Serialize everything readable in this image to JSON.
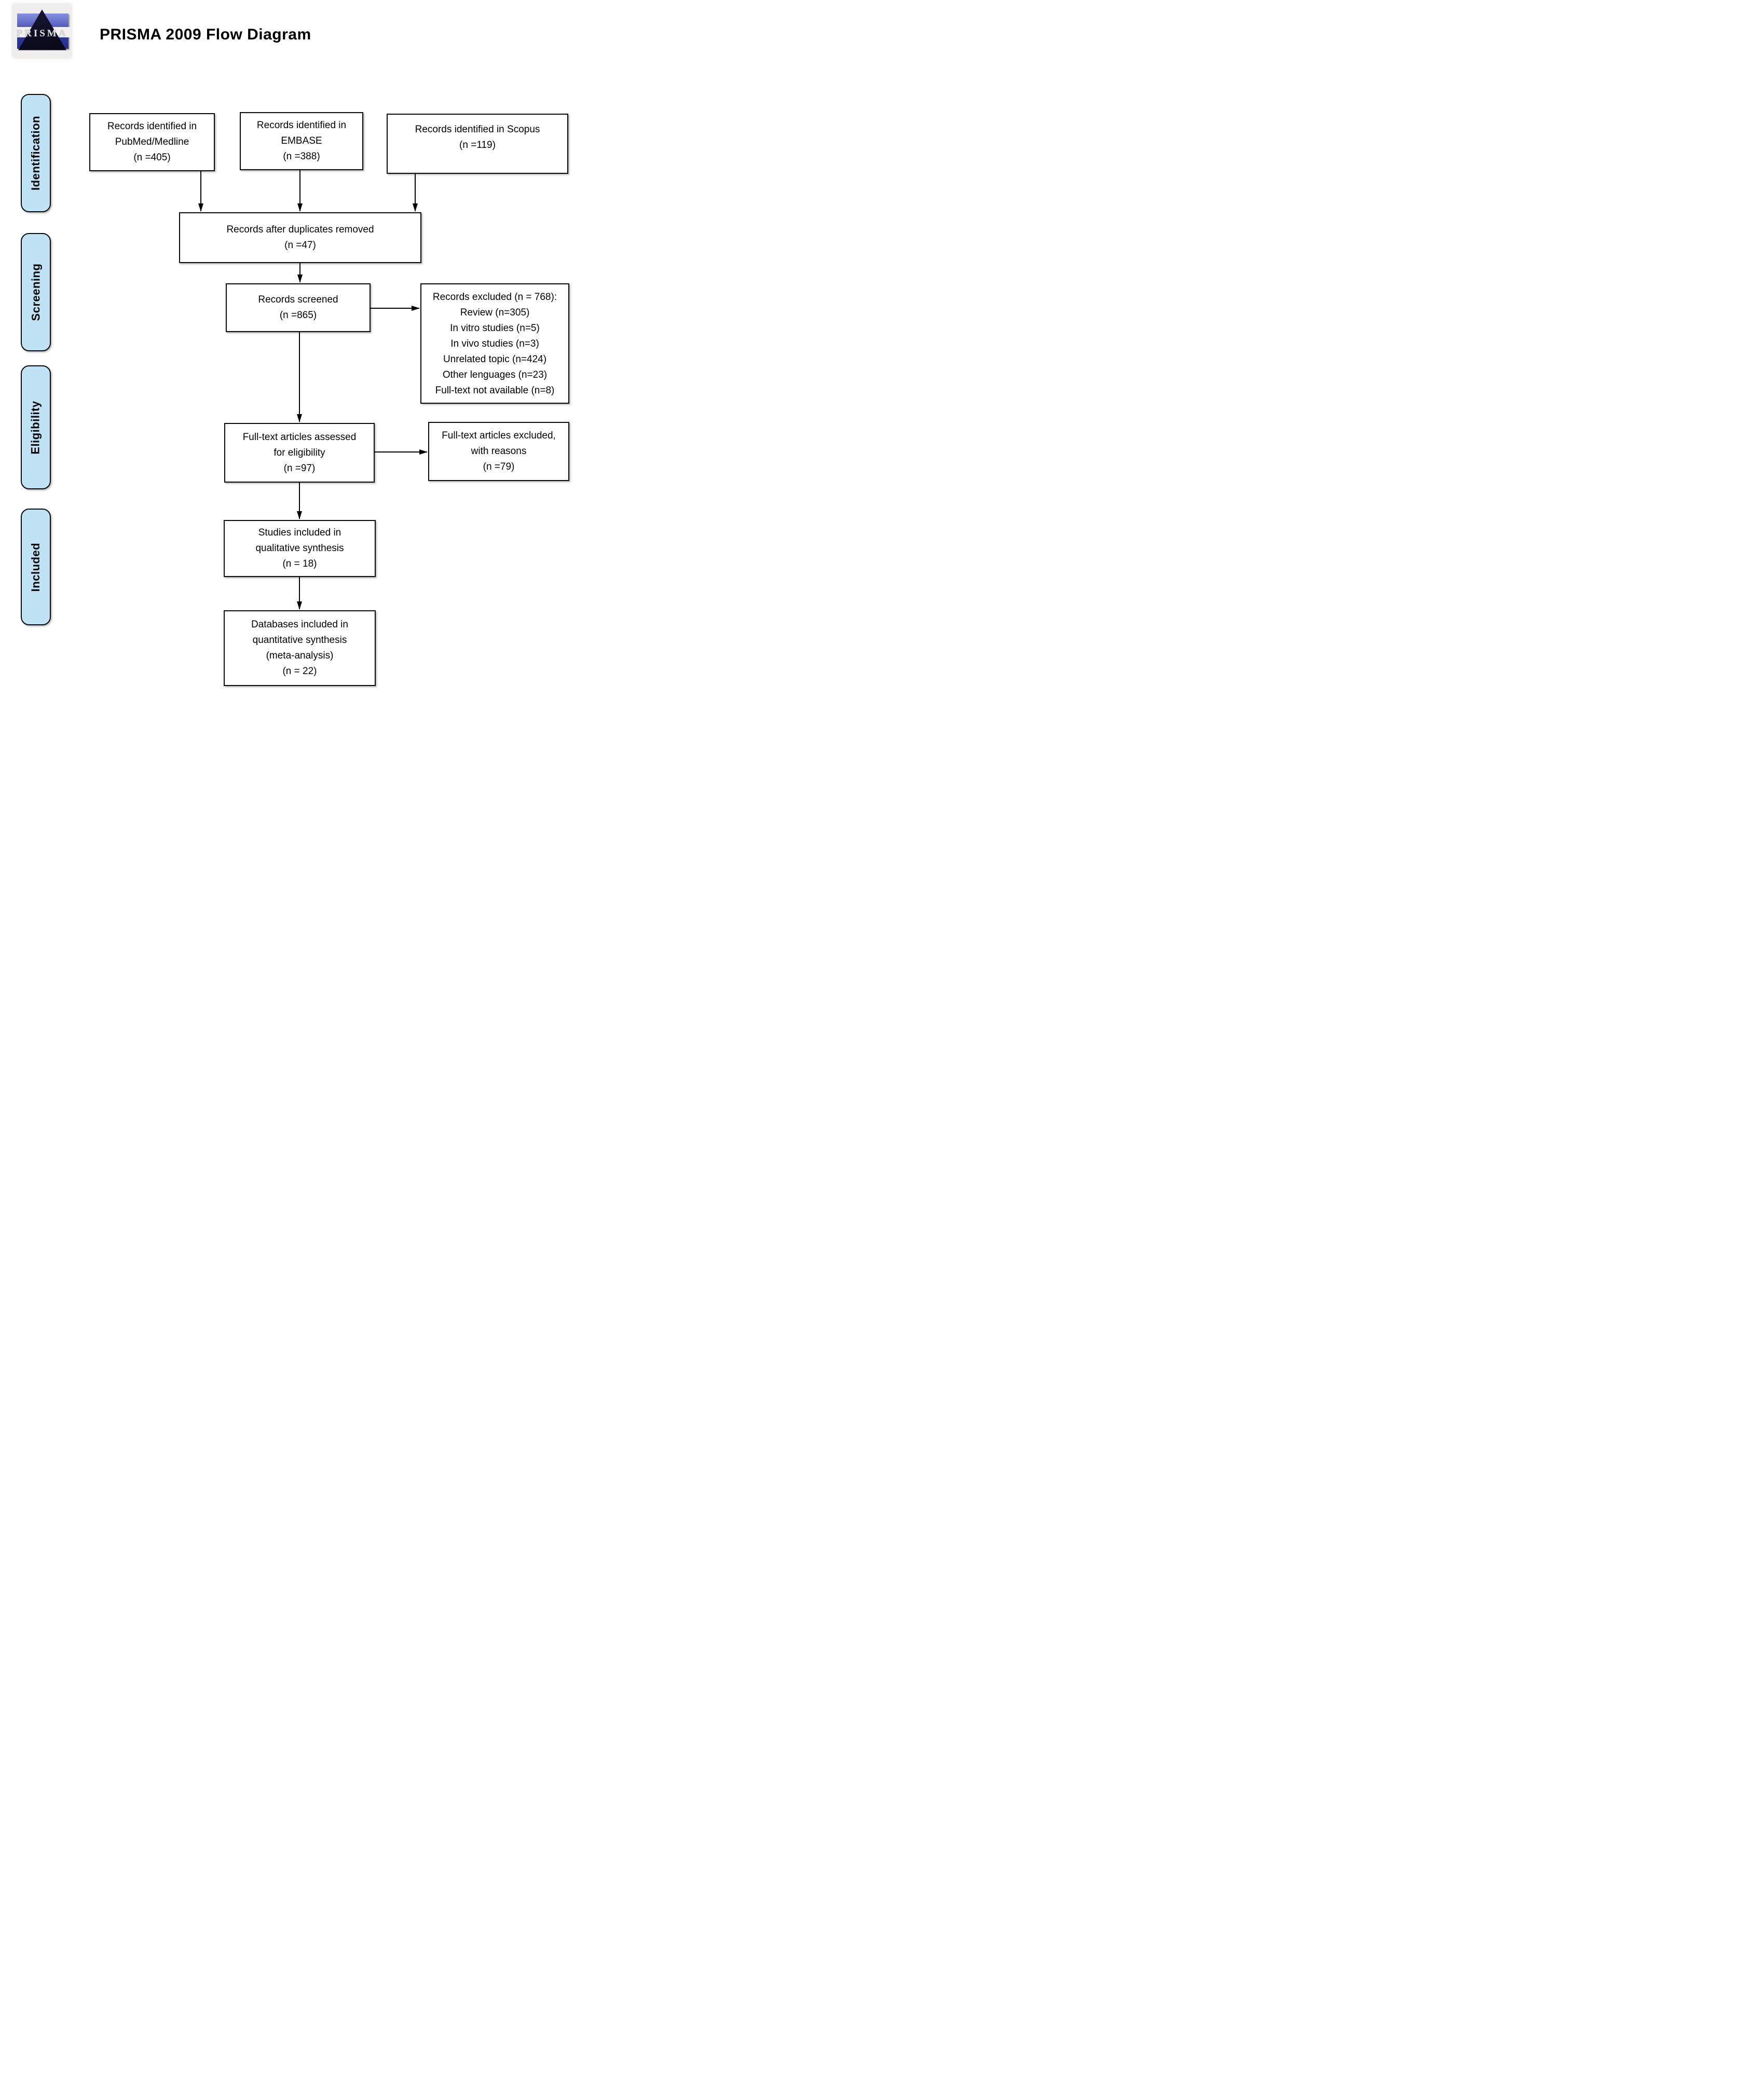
{
  "title": "PRISMA 2009 Flow Diagram",
  "logo": {
    "text": "PRISMA"
  },
  "stages": [
    {
      "label": "Identification"
    },
    {
      "label": "Screening"
    },
    {
      "label": "Eligibility"
    },
    {
      "label": "Included"
    }
  ],
  "boxes": {
    "pubmed": {
      "lines": [
        "Records identified in",
        "PubMed/Medline",
        "(n =405)"
      ]
    },
    "embase": {
      "lines": [
        "Records identified in",
        "EMBASE",
        "(n =388)"
      ]
    },
    "scopus": {
      "lines": [
        "Records identified in Scopus",
        "(n =119)"
      ]
    },
    "duplicates": {
      "lines": [
        "Records after duplicates removed",
        "(n =47)"
      ]
    },
    "screened": {
      "lines": [
        "Records screened",
        "(n =865)"
      ]
    },
    "excluded": {
      "lines": [
        "Records excluded (n = 768):",
        "Review (n=305)",
        "In vitro studies (n=5)",
        "In vivo studies (n=3)",
        "Unrelated topic (n=424)",
        "Other lenguages (n=23)",
        "Full-text not available (n=8)"
      ]
    },
    "assessed": {
      "lines": [
        "Full-text articles assessed",
        "for eligibility",
        "(n =97)"
      ]
    },
    "ft_excluded": {
      "lines": [
        "Full-text articles excluded,",
        "with reasons",
        "(n =79)"
      ]
    },
    "qualitative": {
      "lines": [
        "Studies included in",
        "qualitative synthesis",
        "(n = 18)"
      ]
    },
    "quantitative": {
      "lines": [
        "Databases included in",
        "quantitative synthesis",
        "(meta-analysis)",
        "(n = 22)"
      ]
    }
  },
  "colors": {
    "stage_fill": "#bfe3f5",
    "border": "#000000",
    "arrow": "#000000"
  }
}
